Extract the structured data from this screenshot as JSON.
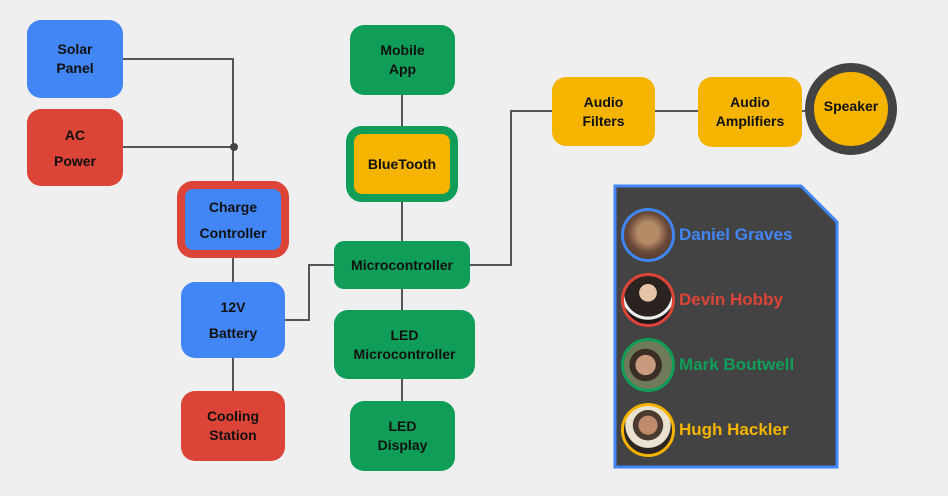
{
  "colors": {
    "blue": "#4285f4",
    "red": "#db4437",
    "green": "#0f9d58",
    "yellow": "#f4b400",
    "wire": "#555555",
    "dark": "#434343"
  },
  "nodes": {
    "solar_panel": [
      "Solar",
      "Panel"
    ],
    "ac_power": [
      "AC",
      "Power"
    ],
    "charge_controller": [
      "Charge",
      "Controller"
    ],
    "battery": [
      "12V",
      "Battery"
    ],
    "cooling_station": [
      "Cooling",
      "Station"
    ],
    "mobile_app": [
      "Mobile",
      "App"
    ],
    "bluetooth": [
      "BlueTooth"
    ],
    "microcontroller": [
      "Microcontroller"
    ],
    "led_microcontroller": [
      "LED",
      "Microcontroller"
    ],
    "led_display": [
      "LED",
      "Display"
    ],
    "audio_filters": [
      "Audio",
      "Filters"
    ],
    "audio_amplifiers": [
      "Audio",
      "Amplifiers"
    ],
    "speaker": [
      "Speaker"
    ]
  },
  "team": [
    {
      "name": "Daniel Graves",
      "color": "#4285f4"
    },
    {
      "name": "Devin Hobby",
      "color": "#db4437"
    },
    {
      "name": "Mark Boutwell",
      "color": "#0f9d58"
    },
    {
      "name": "Hugh Hackler",
      "color": "#f4b400"
    }
  ]
}
